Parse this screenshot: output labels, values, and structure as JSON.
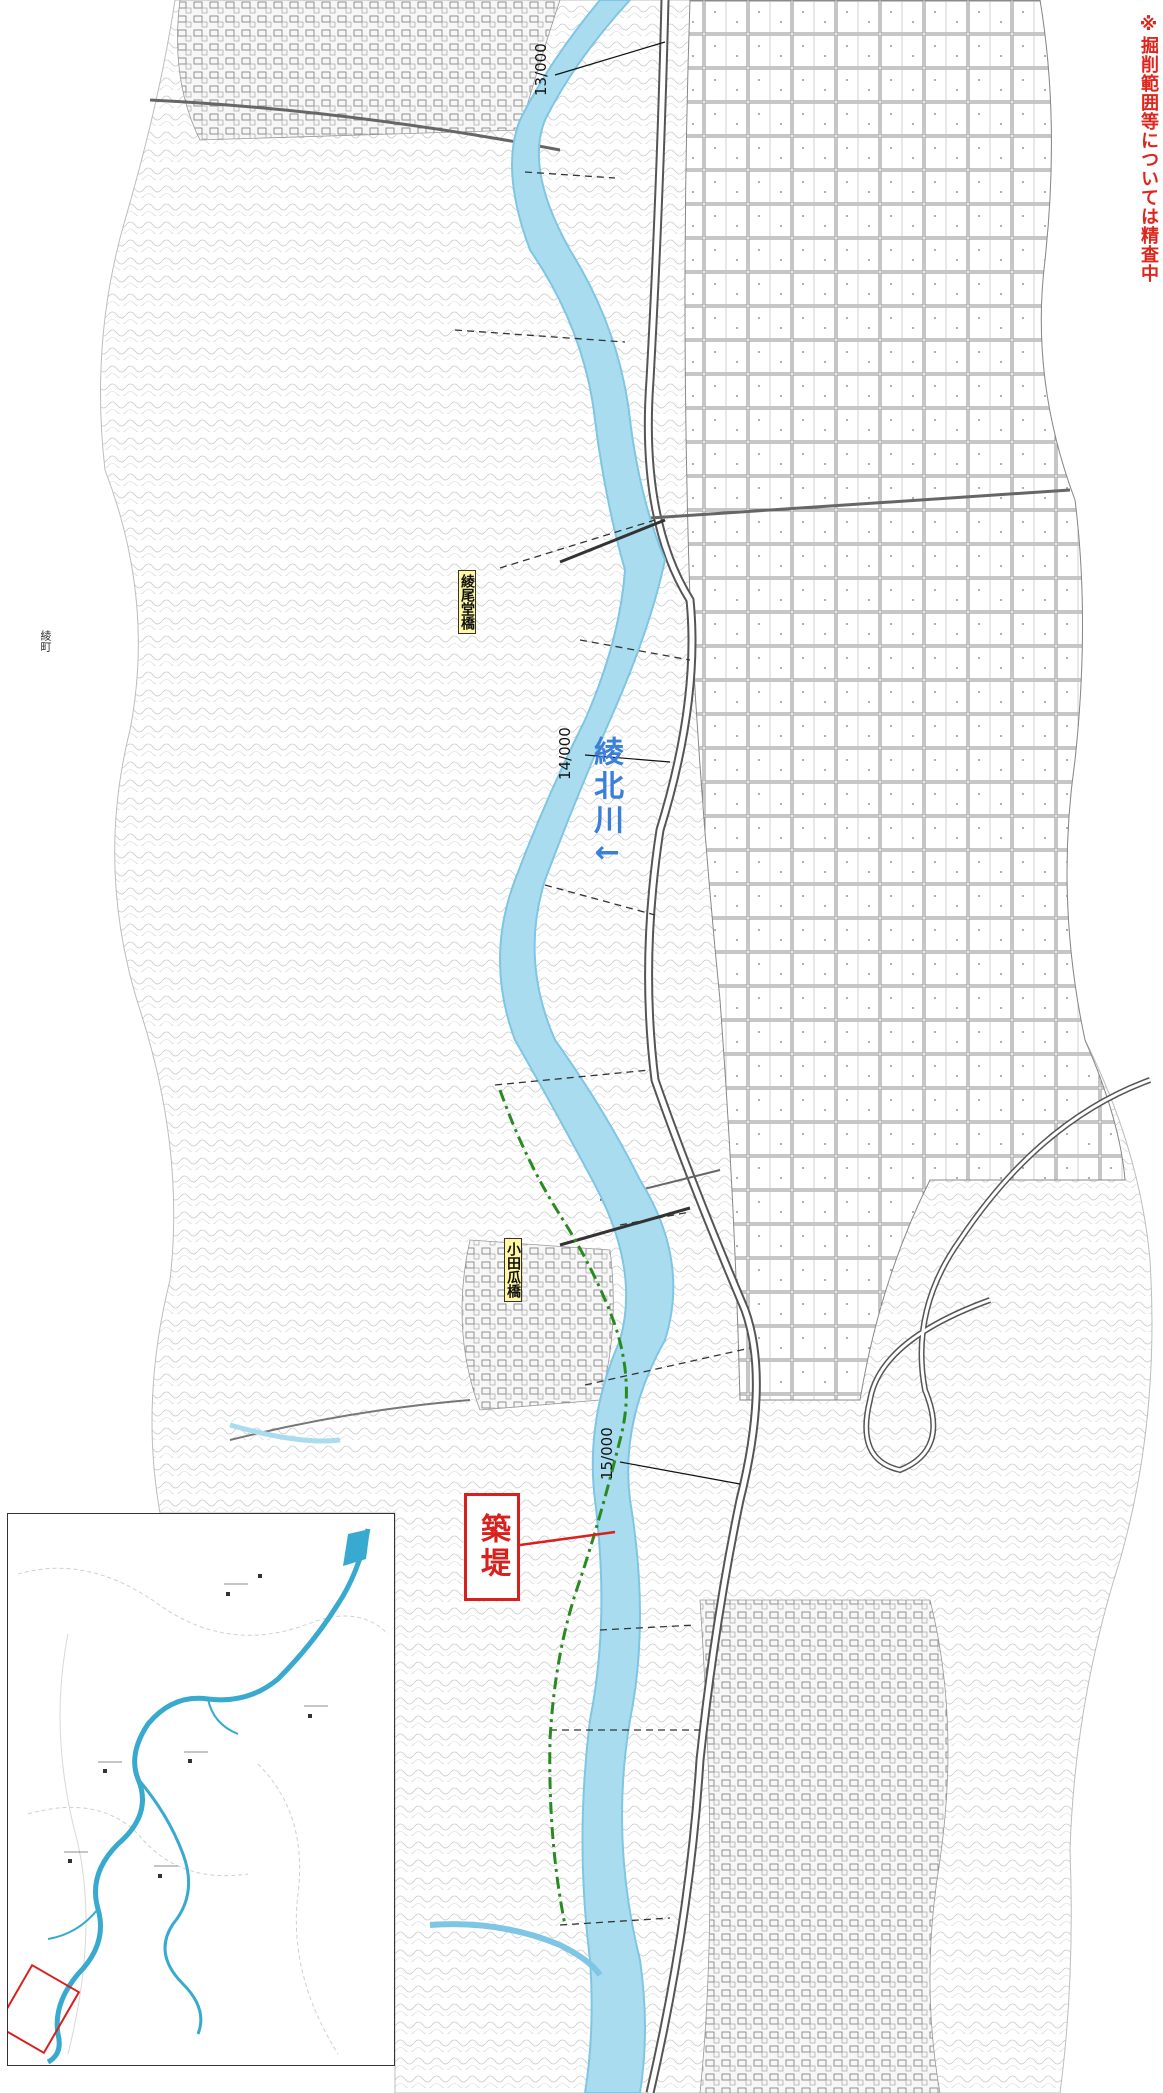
{
  "notice": "※掘削範囲等については精査中",
  "river_label": "綾北川",
  "river_arrow": "→",
  "km_markers": {
    "km13": "13/000",
    "km14": "14/000",
    "km15": "15/000"
  },
  "bridges": {
    "upper": "綾尾堂橋",
    "lower": "小田瓜橋"
  },
  "levee_label": "築堤",
  "town_label": "綾町",
  "colors": {
    "river_fill": "#a9dcef",
    "river_edge": "#7fc6e4",
    "levee_line": "#2a8a22",
    "highlight_red": "#d9201c",
    "notice_red": "#e0251c",
    "bridge_label_bg": "#fff8a0",
    "inset_river": "#38a9cf"
  },
  "icons": {
    "direction_arrow": "arrow-right-icon"
  }
}
